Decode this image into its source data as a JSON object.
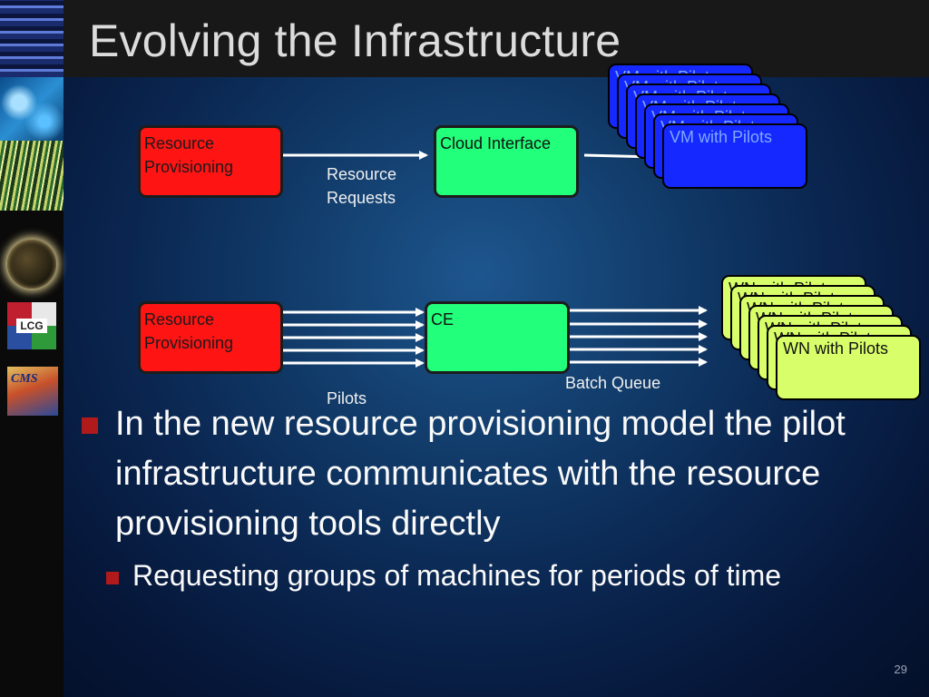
{
  "title": "Evolving the Infrastructure",
  "sidebar": {
    "lcg_logo_text": "LCG",
    "cms_logo_text": "CMS"
  },
  "cloud_row": {
    "provisioning_label": "Resource Provisioning",
    "interface_label": "Cloud Interface",
    "arrow_label": "Resource Requests",
    "vm_label": "VM with Pilots",
    "vm_stack_count": 7
  },
  "grid_row": {
    "provisioning_label": "Resource Provisioning",
    "ce_label": "CE",
    "pilots_label": "Pilots",
    "queue_label": "Batch Queue",
    "wn_label": "WN with Pilots",
    "wn_stack_count": 7
  },
  "bullets": [
    {
      "text": "In the new resource provisioning model the pilot infrastructure communicates with the resource provisioning tools directly",
      "sub": [
        {
          "text": "Requesting groups of machines for periods of time"
        }
      ]
    }
  ],
  "page_number": "29",
  "colors": {
    "red_box": "#ff1414",
    "green_box": "#22ff7a",
    "blue_box": "#1428ff",
    "yellow_box": "#d8ff6a",
    "bullet_mark": "#b11a1a"
  }
}
